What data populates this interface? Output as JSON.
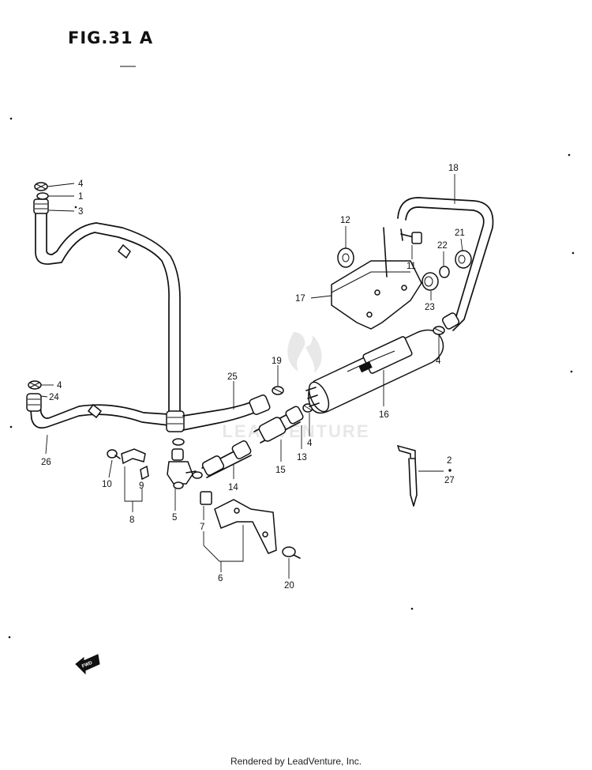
{
  "figure": {
    "title": "FIG.31 A"
  },
  "footer": {
    "text": "Rendered by LeadVenture, Inc."
  },
  "watermark": {
    "text": "LEADVENTURE"
  },
  "fwd": {
    "label": "FWD"
  },
  "callouts": [
    {
      "id": "c4a",
      "label": "4"
    },
    {
      "id": "c1",
      "label": "1"
    },
    {
      "id": "c3",
      "label": "3"
    },
    {
      "id": "c4b",
      "label": "4"
    },
    {
      "id": "c24",
      "label": "24"
    },
    {
      "id": "c26",
      "label": "26"
    },
    {
      "id": "c25",
      "label": "25"
    },
    {
      "id": "c19",
      "label": "19"
    },
    {
      "id": "c4c",
      "label": "4"
    },
    {
      "id": "c13",
      "label": "13"
    },
    {
      "id": "c14",
      "label": "14"
    },
    {
      "id": "c15",
      "label": "15"
    },
    {
      "id": "c16",
      "label": "16"
    },
    {
      "id": "c4d",
      "label": "4"
    },
    {
      "id": "c12",
      "label": "12"
    },
    {
      "id": "c11",
      "label": "11"
    },
    {
      "id": "c17",
      "label": "17"
    },
    {
      "id": "c18",
      "label": "18"
    },
    {
      "id": "c21",
      "label": "21"
    },
    {
      "id": "c22",
      "label": "22"
    },
    {
      "id": "c23",
      "label": "23"
    },
    {
      "id": "c2",
      "label": "2"
    },
    {
      "id": "c27",
      "label": "27"
    },
    {
      "id": "c10",
      "label": "10"
    },
    {
      "id": "c9",
      "label": "9"
    },
    {
      "id": "c8",
      "label": "8"
    },
    {
      "id": "c5",
      "label": "5"
    },
    {
      "id": "c7",
      "label": "7"
    },
    {
      "id": "c6",
      "label": "6"
    },
    {
      "id": "c20",
      "label": "20"
    }
  ]
}
